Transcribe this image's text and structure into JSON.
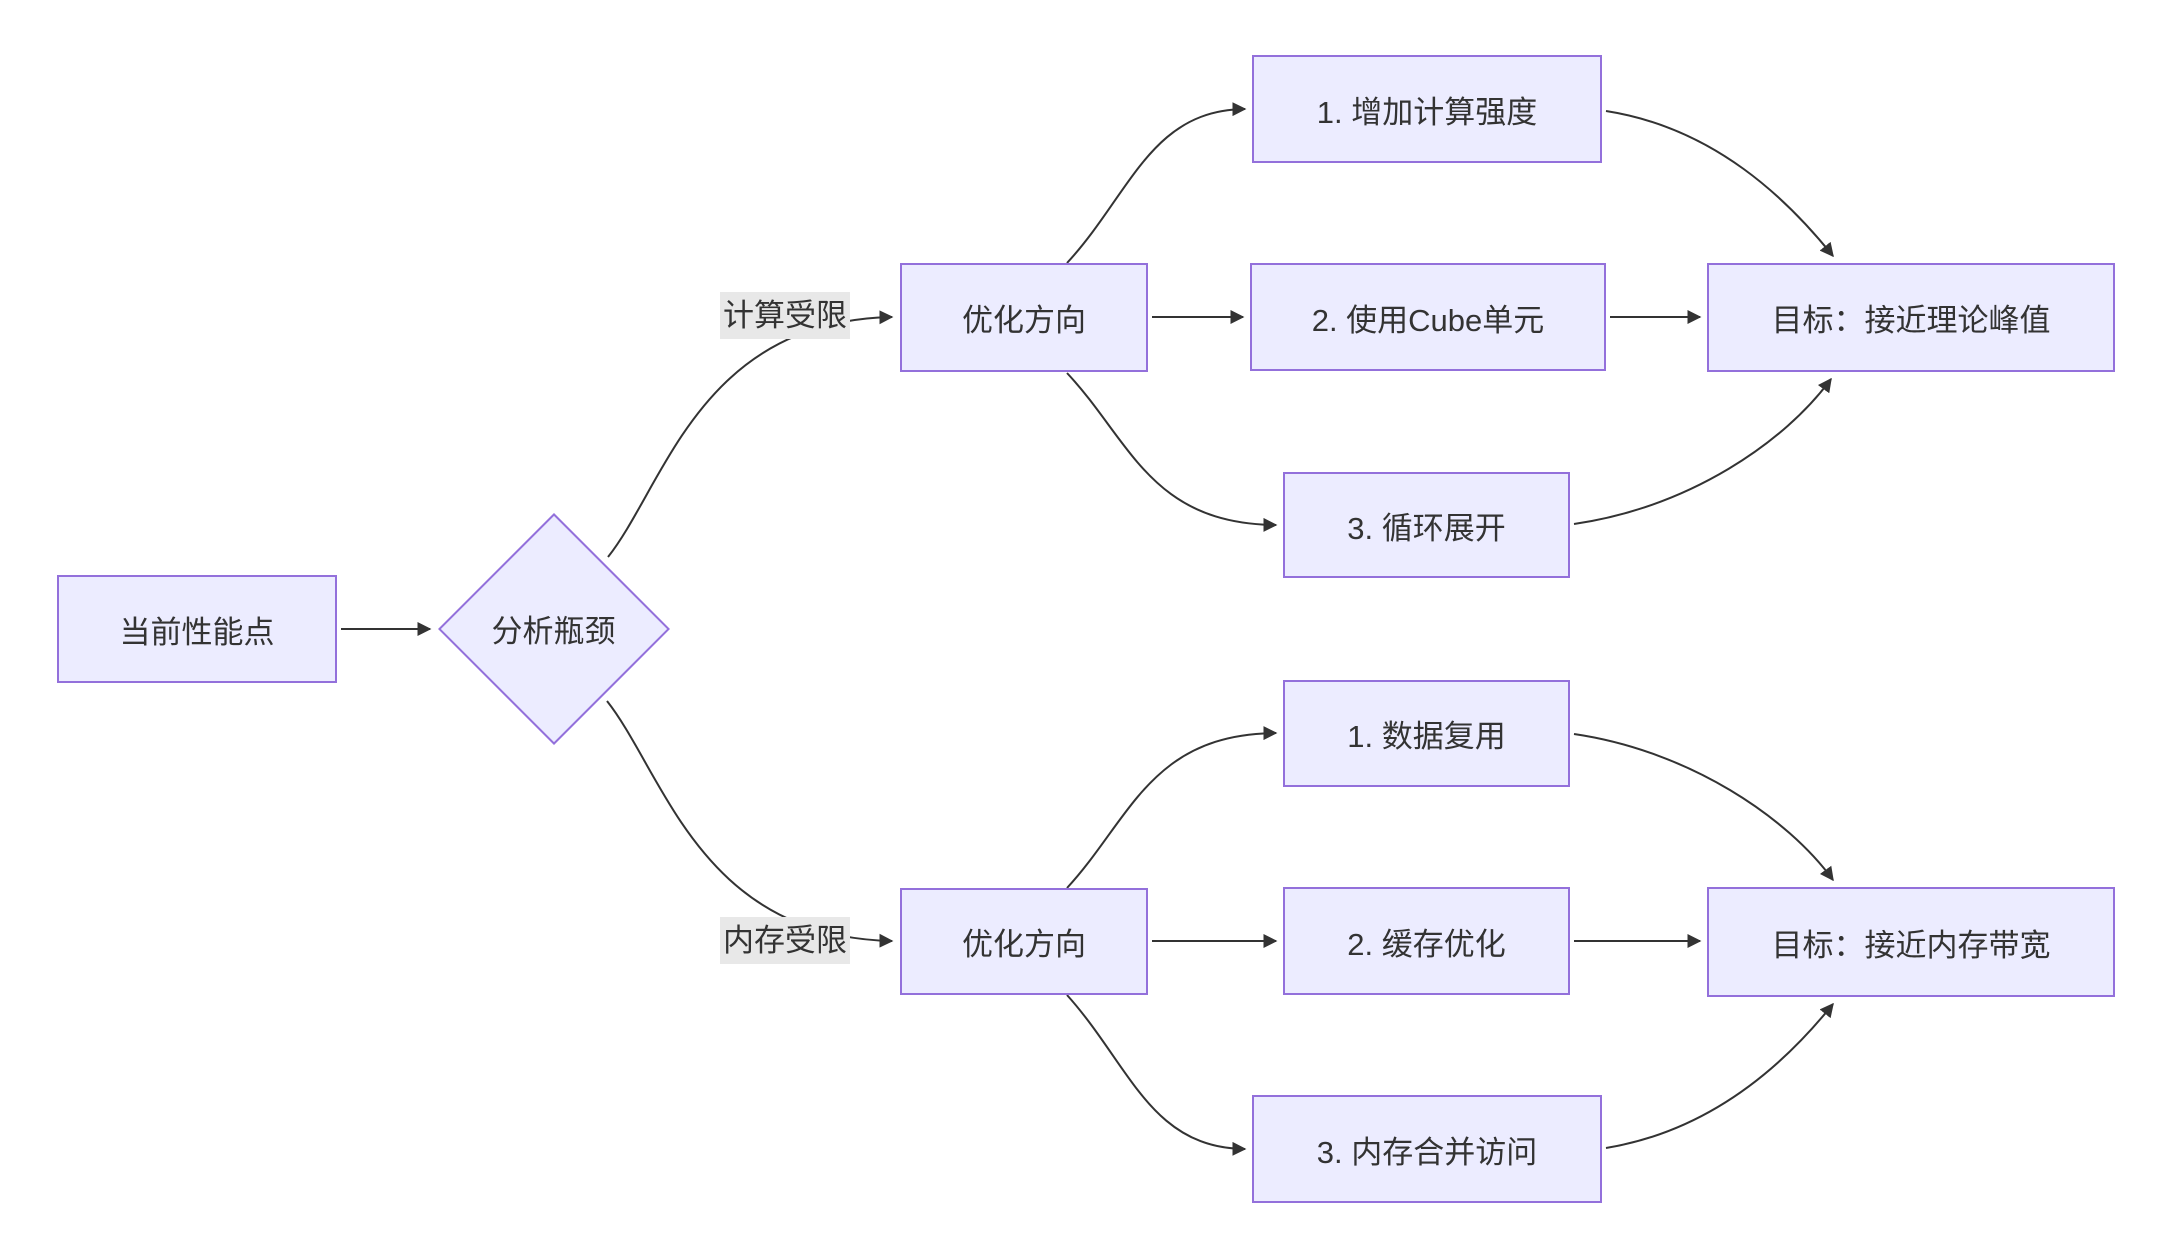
{
  "diagram": {
    "colors": {
      "node_fill": "#ECECFF",
      "node_border": "#9370DB",
      "edge_color": "#333333",
      "text_color": "#333333",
      "label_bg": "#e8e8e8",
      "canvas_bg": "#ffffff"
    },
    "nodes": {
      "start": {
        "label": "当前性能点"
      },
      "decision": {
        "label": "分析瓶颈"
      },
      "opt_compute": {
        "label": "优化方向"
      },
      "opt_memory": {
        "label": "优化方向"
      },
      "compute_1": {
        "label": "1. 增加计算强度"
      },
      "compute_2": {
        "label": "2. 使用Cube单元"
      },
      "compute_3": {
        "label": "3. 循环展开"
      },
      "goal_compute": {
        "label": "目标：接近理论峰值"
      },
      "memory_1": {
        "label": "1. 数据复用"
      },
      "memory_2": {
        "label": "2. 缓存优化"
      },
      "memory_3": {
        "label": "3. 内存合并访问"
      },
      "goal_memory": {
        "label": "目标：接近内存带宽"
      }
    },
    "edge_labels": {
      "compute_bound": "计算受限",
      "memory_bound": "内存受限"
    }
  }
}
